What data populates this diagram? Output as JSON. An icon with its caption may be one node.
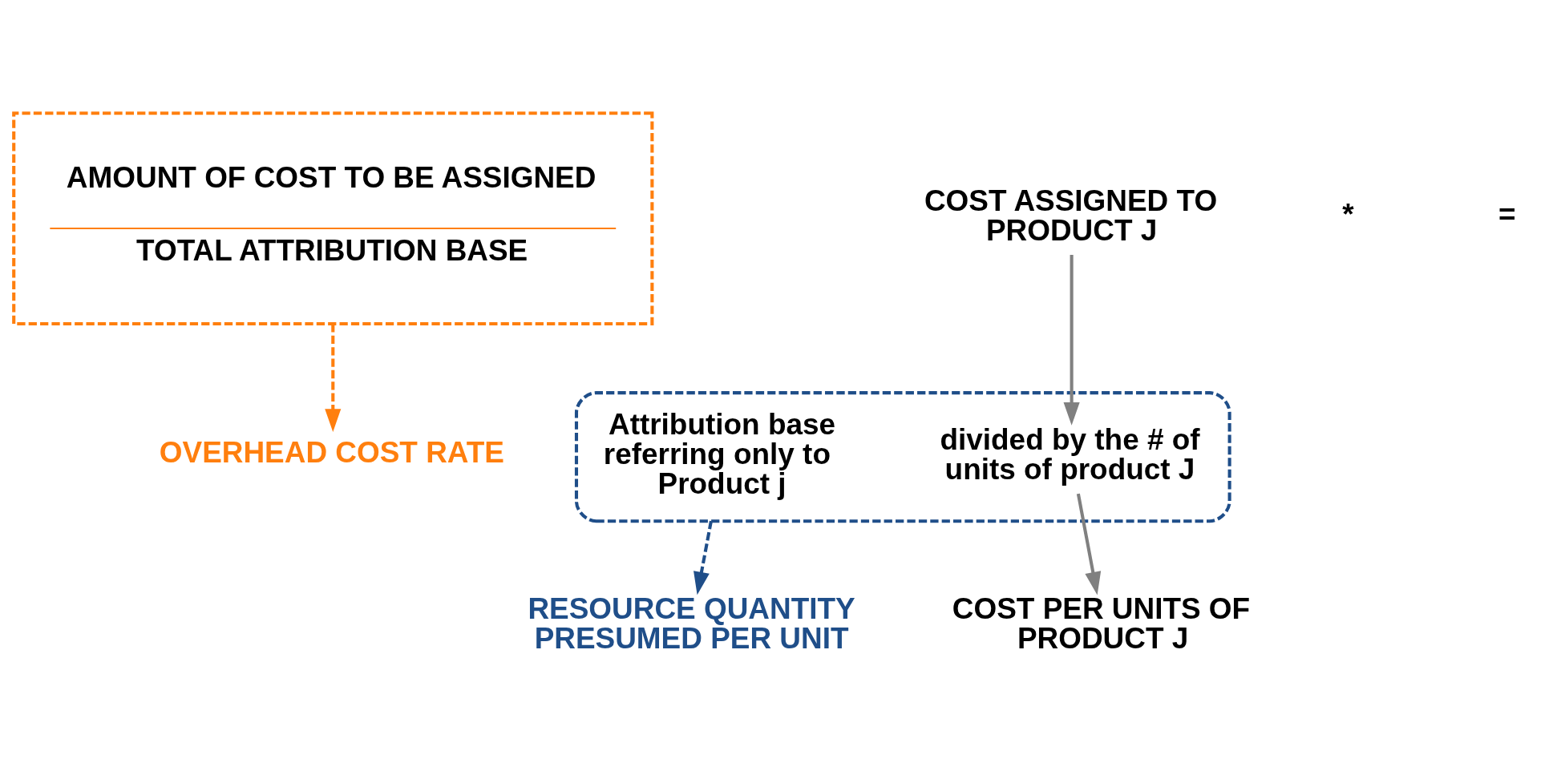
{
  "diagram": {
    "nodes": [
      {
        "text": [
          "AMOUNT OF COST TO BE ASSIGNED",
          "TOTAL ATTRIBUTION BASE"
        ]
      },
      {
        "text": [],
        "shape": "cloud"
      },
      {
        "text": [
          "Attribution base referring only to  Product j"
        ],
        "in": 1
      },
      {
        "text": [
          "COST ASSIGNED TO PRODUCT J"
        ]
      },
      {
        "text": [
          "divided by the # of units of product J"
        ],
        "in": 1
      },
      {
        "text": [
          "OVERHEAD COST RATE"
        ]
      },
      {
        "text": [
          "RESOURCE QUANTITY PRESUMED PER UNIT"
        ]
      },
      {
        "text": [
          "COST PER UNITS OF PRODUCT J"
        ]
      }
    ],
    "edges": [
      {
        "from": 0,
        "to": 5,
        "arrow": "to",
        "style": "dashed",
        "color": "#ff7f0e"
      },
      {
        "from": 1,
        "to": 6,
        "arrow": "to",
        "style": "dashed",
        "color": "#1f4e89"
      },
      {
        "from": 3,
        "to": 4,
        "arrow": "to",
        "color": "#808080"
      },
      {
        "from": 4,
        "to": 7,
        "arrow": "to",
        "color": "#808080"
      }
    ],
    "labels": [
      "*",
      "="
    ]
  }
}
